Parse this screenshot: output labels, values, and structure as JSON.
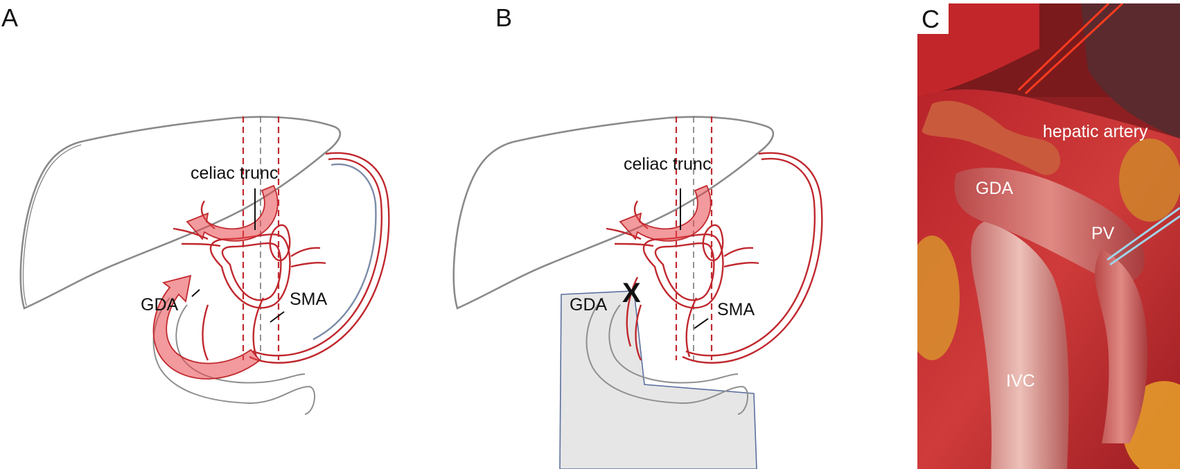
{
  "panels": {
    "a": {
      "letter": "A",
      "celiac_label": "celiac trunc",
      "gda_label": "GDA",
      "sma_label": "SMA"
    },
    "b": {
      "letter": "B",
      "celiac_label": "celiac trunc",
      "gda_label": "GDA",
      "sma_label": "SMA",
      "ligation_mark": "X"
    },
    "c": {
      "letter": "C",
      "hepatic_label": "hepatic artery",
      "gda_label": "GDA",
      "pv_label": "PV",
      "ivc_label": "IVC"
    }
  },
  "colors": {
    "vessel": "#c0282e",
    "flow_arrow": "#e8474c",
    "resection_area": "#e3e3e3",
    "resection_border": "#5b6f9e"
  }
}
